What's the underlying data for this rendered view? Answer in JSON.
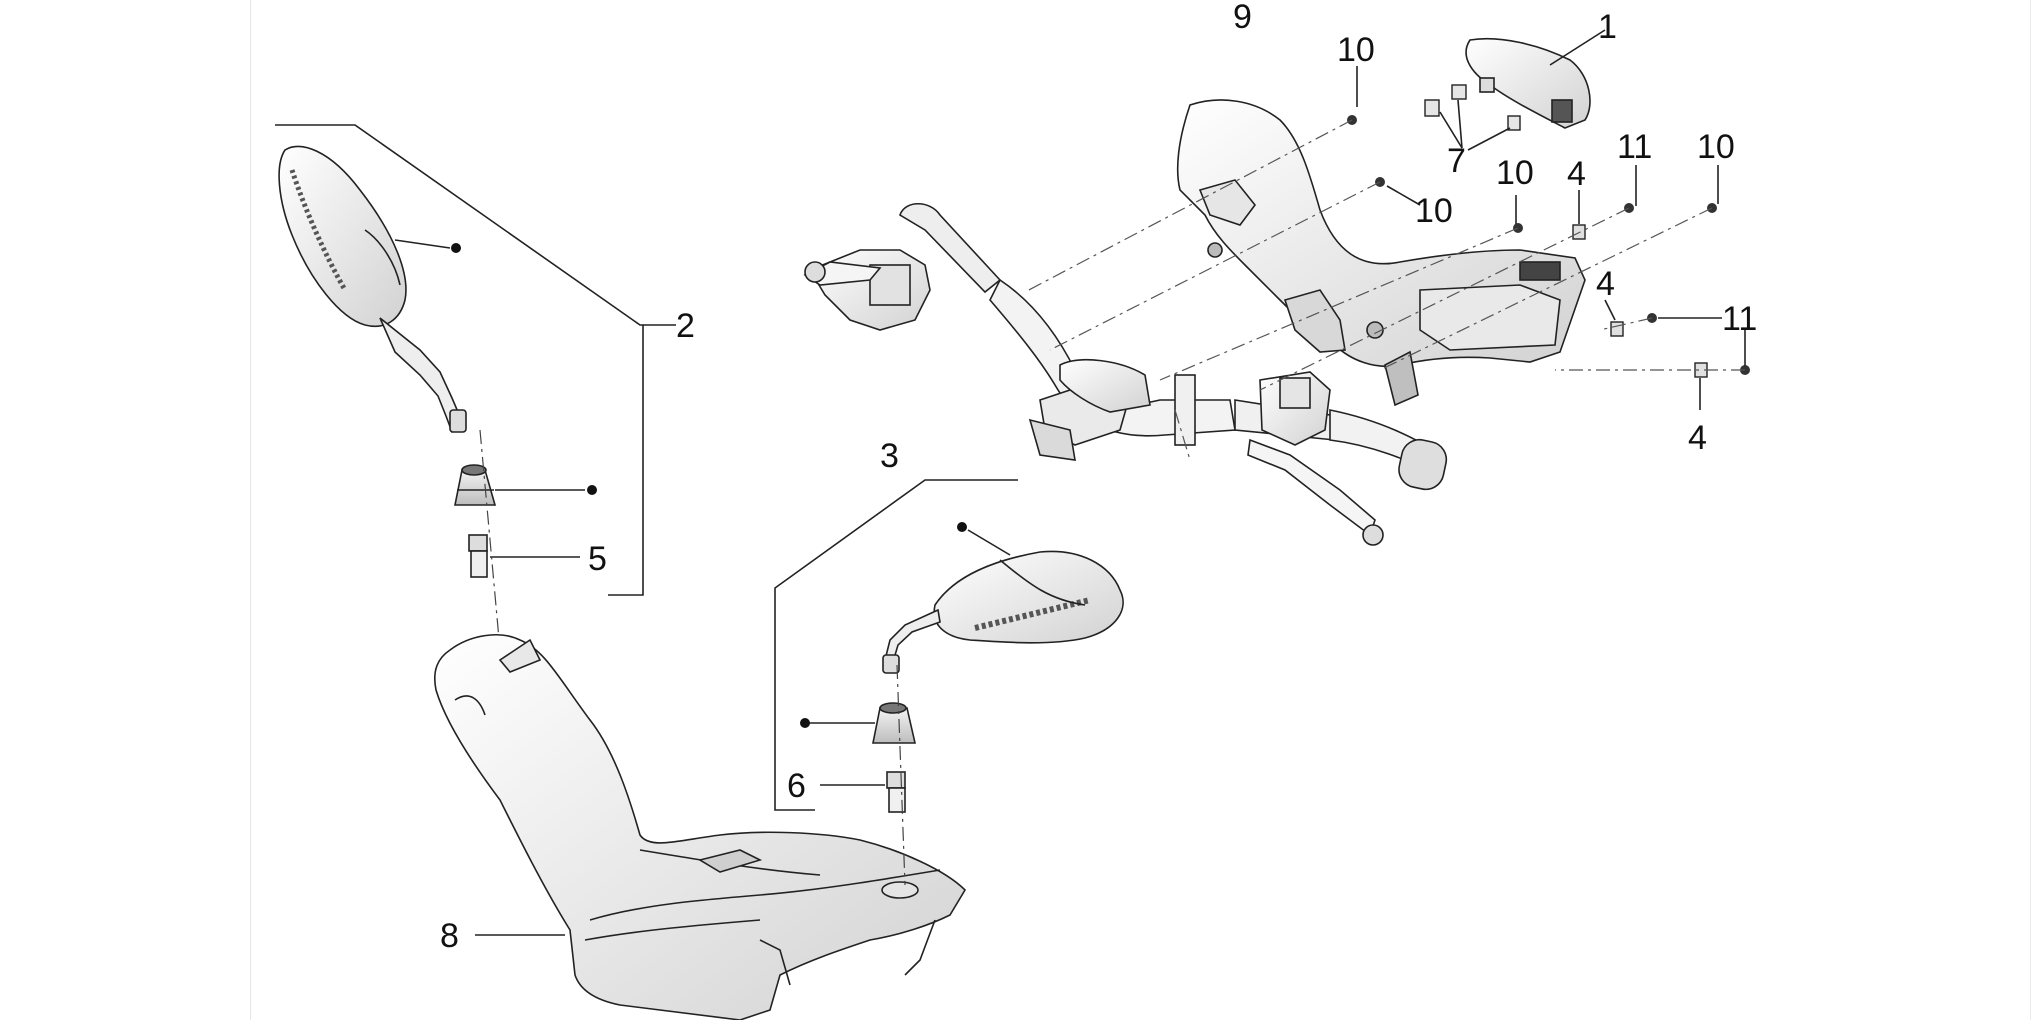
{
  "diagram": {
    "callouts": [
      {
        "id": "c1",
        "label": "1"
      },
      {
        "id": "c2",
        "label": "2"
      },
      {
        "id": "c3",
        "label": "3"
      },
      {
        "id": "c4a",
        "label": "4"
      },
      {
        "id": "c4b",
        "label": "4"
      },
      {
        "id": "c4c",
        "label": "4"
      },
      {
        "id": "c5",
        "label": "5"
      },
      {
        "id": "c6",
        "label": "6"
      },
      {
        "id": "c7",
        "label": "7"
      },
      {
        "id": "c8",
        "label": "8"
      },
      {
        "id": "c9",
        "label": "9"
      },
      {
        "id": "c10a",
        "label": "10"
      },
      {
        "id": "c10b",
        "label": "10"
      },
      {
        "id": "c10c",
        "label": "10"
      },
      {
        "id": "c10d",
        "label": "10"
      },
      {
        "id": "c11a",
        "label": "11"
      },
      {
        "id": "c11b",
        "label": "11"
      }
    ],
    "colors": {
      "line": "#222222",
      "part_fill": "#f7f7f7",
      "part_shade": "#cfcfcf",
      "part_dark": "#555555",
      "background": "#ffffff"
    },
    "icons": [
      "bullet-dot-icon"
    ]
  }
}
